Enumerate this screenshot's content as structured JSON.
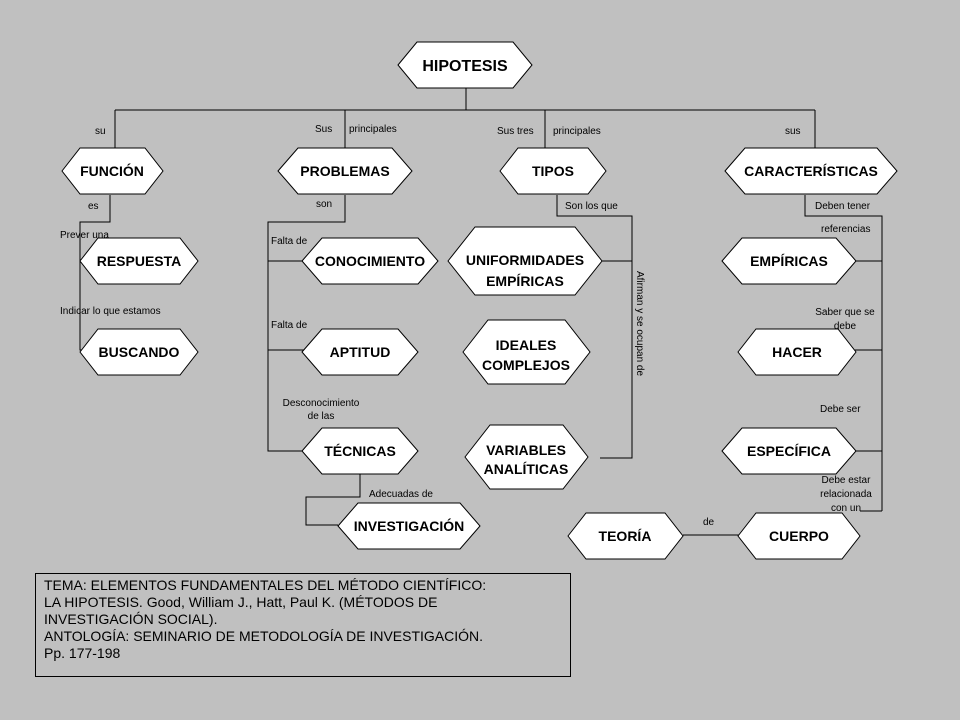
{
  "nodes": {
    "hipotesis": "HIPOTESIS",
    "funcion": "FUNCIÓN",
    "problemas": "PROBLEMAS",
    "tipos": "TIPOS",
    "caracteristicas": "CARACTERÍSTICAS",
    "respuesta": "RESPUESTA",
    "buscando": "BUSCANDO",
    "conocimiento": "CONOCIMIENTO",
    "aptitud": "APTITUD",
    "tecnicas": "TÉCNICAS",
    "investigacion": "INVESTIGACIÓN",
    "uniformidades_1": "UNIFORMIDADES",
    "uniformidades_2": "EMPÍRICAS",
    "ideales_1": "IDEALES",
    "ideales_2": "COMPLEJOS",
    "variables_1": "VARIABLES",
    "variables_2": "ANALÍTICAS",
    "empiricas": "EMPÍRICAS",
    "hacer": "HACER",
    "especifica": "ESPECÍFICA",
    "cuerpo": "CUERPO",
    "teoria": "TEORÍA"
  },
  "labels": {
    "su": "su",
    "sus": "Sus",
    "principales": "principales",
    "sus_tres": "Sus tres",
    "principales_2": "principales",
    "sus_lower": "sus",
    "es": "es",
    "prever_una": "Prever una",
    "indicar": "Indicar lo que estamos",
    "son": "son",
    "falta_de_1": "Falta de",
    "falta_de_2": "Falta de",
    "desconocimiento_1": "Desconocimiento",
    "desconocimiento_2": "de las",
    "adecuadas_de": "Adecuadas de",
    "son_los_que": "Son los que",
    "afirman": "Afirman y se ocupan de",
    "deben_tener": "Deben tener",
    "referencias": "referencias",
    "saber_1": "Saber que se",
    "saber_2": "debe",
    "debe_ser": "Debe ser",
    "debe_estar_1": "Debe estar",
    "debe_estar_2": "relacionada",
    "debe_estar_3": "con un",
    "de": "de"
  },
  "caption": {
    "line1": "TEMA: ELEMENTOS FUNDAMENTALES DEL MÉTODO CIENTÍFICO:",
    "line2": "LA HIPOTESIS. Good, William J., Hatt, Paul K. (MÉTODOS DE",
    "line3": "INVESTIGACIÓN SOCIAL).",
    "line4": "ANTOLOGÍA: SEMINARIO DE METODOLOGÍA DE INVESTIGACIÓN.",
    "line5": "Pp. 177-198"
  },
  "colors": {
    "background": "#c0c0c0",
    "node_fill": "#ffffff",
    "stroke": "#000000"
  }
}
